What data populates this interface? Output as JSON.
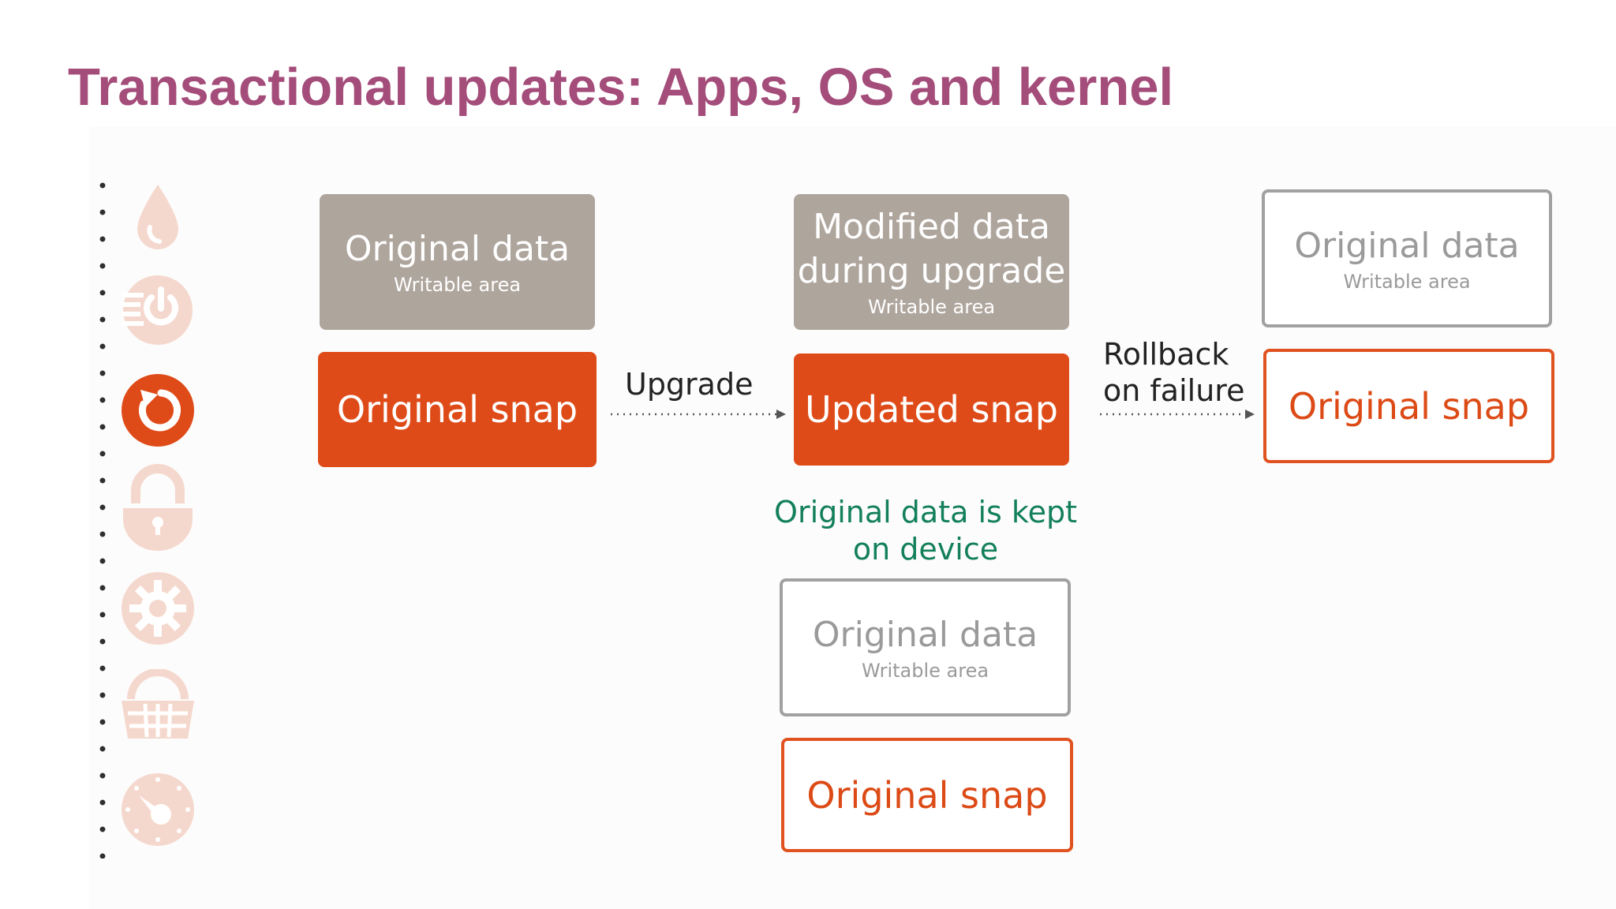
{
  "title": "Transactional updates: Apps, OS and kernel",
  "sidebar": {
    "icons": [
      "droplet-icon",
      "power-icon",
      "refresh-icon",
      "padlock-icon",
      "gear-icon",
      "basket-icon",
      "gauge-icon"
    ],
    "active": "refresh-icon",
    "active_color": "#df4b18",
    "faded_color": "#f5d8cd"
  },
  "colors": {
    "title": "#a44c7a",
    "snap": "#df4b18",
    "data_fill": "#aea59d",
    "note": "#13805a"
  },
  "diagram": {
    "stage1": {
      "data_title": "Original data",
      "data_sub": "Writable area",
      "snap_label": "Original snap"
    },
    "arrow1_label": "Upgrade",
    "stage2": {
      "data_title_line1": "Modified data",
      "data_title_line2": "during upgrade",
      "data_sub": "Writable area",
      "snap_label": "Updated snap",
      "note_line1": "Original data is kept",
      "note_line2": "on device",
      "kept_data_title": "Original data",
      "kept_data_sub": "Writable area",
      "kept_snap_label": "Original snap"
    },
    "arrow2_label_line1": "Rollback",
    "arrow2_label_line2": "on failure",
    "stage3": {
      "data_title": "Original data",
      "data_sub": "Writable area",
      "snap_label": "Original snap"
    }
  }
}
